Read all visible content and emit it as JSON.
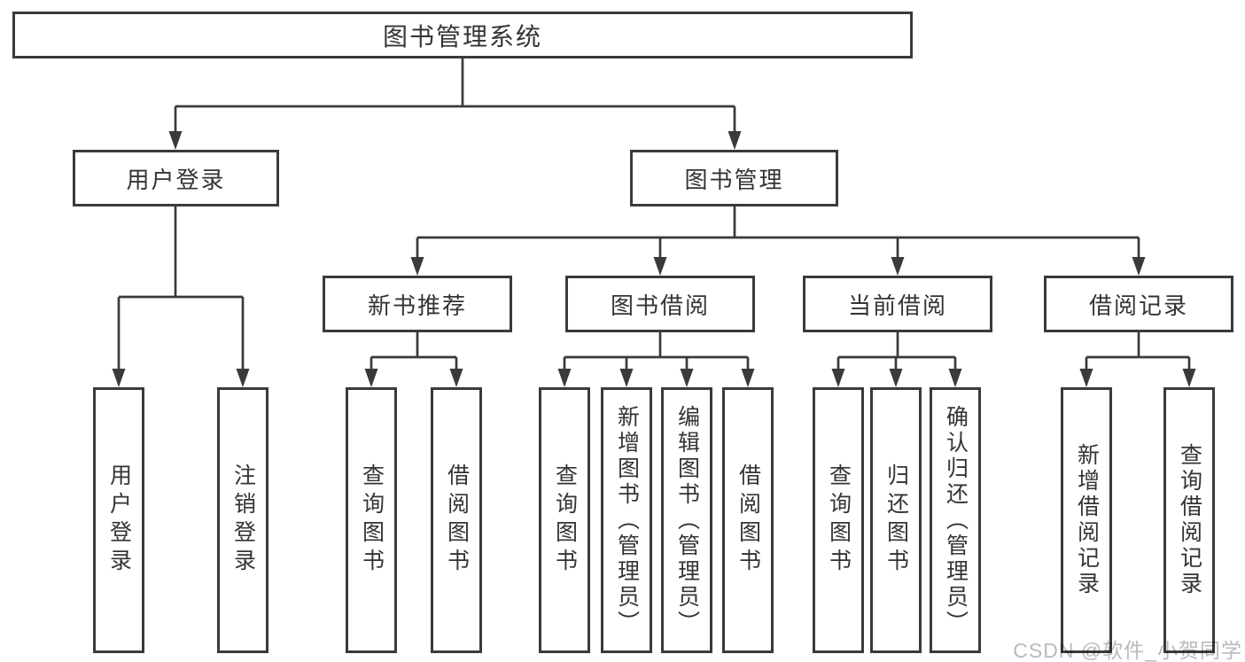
{
  "diagram_title": "图书管理系统",
  "tree": {
    "root": {
      "label": "图书管理系统"
    },
    "branches": [
      {
        "label": "用户登录",
        "children": [
          {
            "label": "用户登录"
          },
          {
            "label": "注销登录"
          }
        ]
      },
      {
        "label": "图书管理",
        "children": [
          {
            "label": "新书推荐",
            "children": [
              {
                "label": "查询图书"
              },
              {
                "label": "借阅图书"
              }
            ]
          },
          {
            "label": "图书借阅",
            "children": [
              {
                "label": "查询图书"
              },
              {
                "label": "新增图书（管理员）"
              },
              {
                "label": "编辑图书（管理员）"
              },
              {
                "label": "借阅图书"
              }
            ]
          },
          {
            "label": "当前借阅",
            "children": [
              {
                "label": "查询图书"
              },
              {
                "label": "归还图书"
              },
              {
                "label": "确认归还（管理员）"
              }
            ]
          },
          {
            "label": "借阅记录",
            "children": [
              {
                "label": "新增借阅记录"
              },
              {
                "label": "查询借阅记录"
              }
            ]
          }
        ]
      }
    ]
  },
  "watermark": "CSDN @软件_小贺同学",
  "colors": {
    "line": "#3a3a3a",
    "box_border": "#3a3a3a",
    "text": "#333338",
    "background": "#ffffff",
    "watermark": "#b9bac0"
  }
}
